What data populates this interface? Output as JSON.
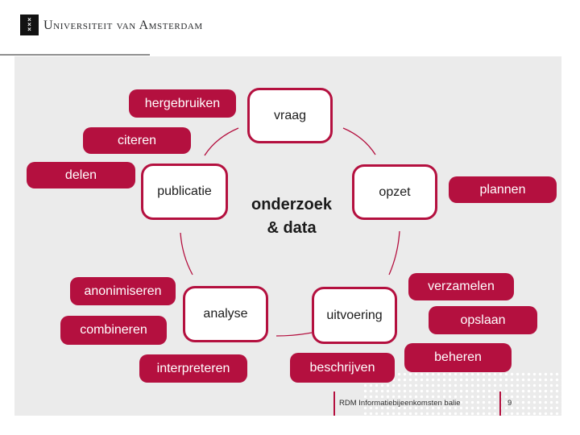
{
  "header": {
    "institution": "Universiteit van Amsterdam",
    "crest_glyphs": "×\n×\n×"
  },
  "diagram": {
    "center_line1": "onderzoek",
    "center_line2": "& data",
    "stages": {
      "vraag": "vraag",
      "opzet": "opzet",
      "uitvoering": "uitvoering",
      "analyse": "analyse",
      "publicatie": "publicatie"
    },
    "activities": {
      "hergebruiken": "hergebruiken",
      "citeren": "citeren",
      "delen": "delen",
      "plannen": "plannen",
      "verzamelen": "verzamelen",
      "opslaan": "opslaan",
      "beheren": "beheren",
      "beschrijven": "beschrijven",
      "interpreteren": "interpreteren",
      "combineren": "combineren",
      "anonimiseren": "anonimiseren"
    }
  },
  "footer": {
    "label": "RDM Informatiebijeenkomsten balie",
    "page_number": "9"
  },
  "colors": {
    "accent": "#b4103f",
    "slide_background": "#ebebeb",
    "text_dark": "#1c1c1c"
  }
}
